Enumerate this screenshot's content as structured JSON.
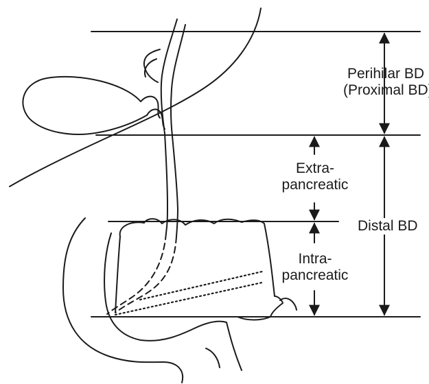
{
  "labels": {
    "perihilar_line1": "Perihilar BD",
    "perihilar_line2": "(Proximal BD)",
    "extra_line1": "Extra-",
    "extra_line2": "pancreatic",
    "distal": "Distal BD",
    "intra_line1": "Intra-",
    "intra_line2": "pancreatic"
  },
  "colors": {
    "ink": "#1a1a1a",
    "background": "#ffffff"
  }
}
